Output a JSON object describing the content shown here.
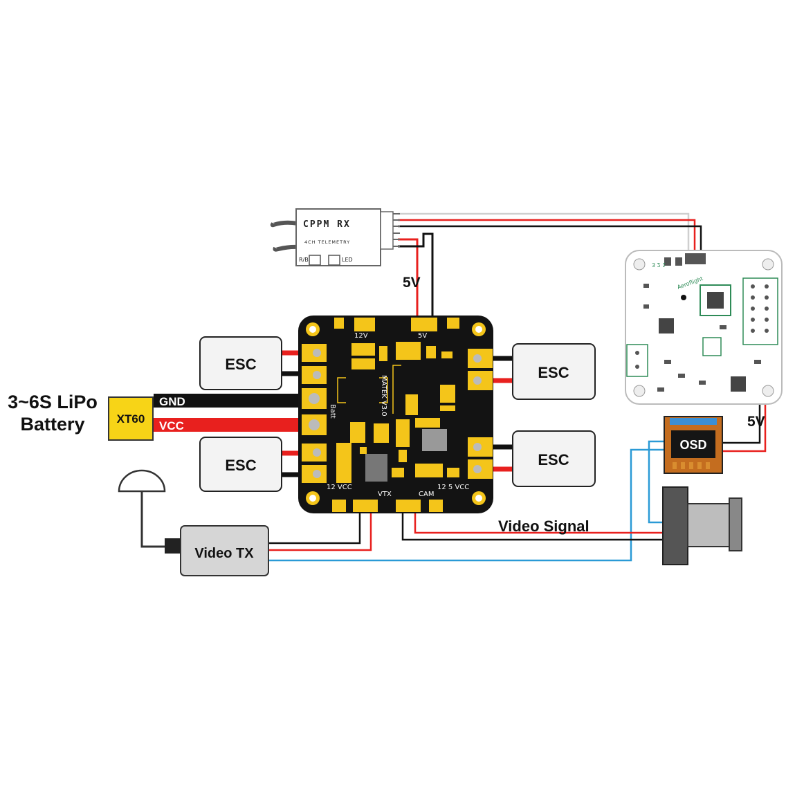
{
  "battery": {
    "label_line1": "3~6S LiPo",
    "label_line2": "Battery",
    "connector": "XT60"
  },
  "wires": {
    "gnd": "GND",
    "vcc": "VCC"
  },
  "esc_labels": [
    "ESC",
    "ESC",
    "ESC",
    "ESC"
  ],
  "receiver": {
    "title": "CPPM RX",
    "subtitle": "4CH TELEMETRY",
    "port_left": "R/B",
    "port_right": "LED"
  },
  "pdb": {
    "label_12v": "12V",
    "label_5v": "5V",
    "name": "MATEK V3.0",
    "batt": "Batt",
    "plus": "+",
    "minus": "−",
    "bottom_left": "12 VCC",
    "bottom_vtx": "VTX",
    "bottom_cam": "CAM",
    "bottom_right": "12  5  VCC"
  },
  "voltage_labels": {
    "rx": "5V",
    "osd": "5V"
  },
  "fc_labels": {
    "port_numbers": "3  2  1",
    "brand": "Aeroflight"
  },
  "osd": {
    "label": "OSD"
  },
  "video_tx": {
    "label": "Video TX"
  },
  "video_signal": {
    "label": "Video Signal"
  },
  "colors": {
    "red": "#e8201e",
    "black": "#111111",
    "blue": "#2a9ad6",
    "pcb": "#131313",
    "pad": "#f4c51a",
    "xt60": "#f7d417",
    "esc_fill": "#f3f3f3"
  },
  "icons": [
    "antenna-icon",
    "camera-icon"
  ]
}
